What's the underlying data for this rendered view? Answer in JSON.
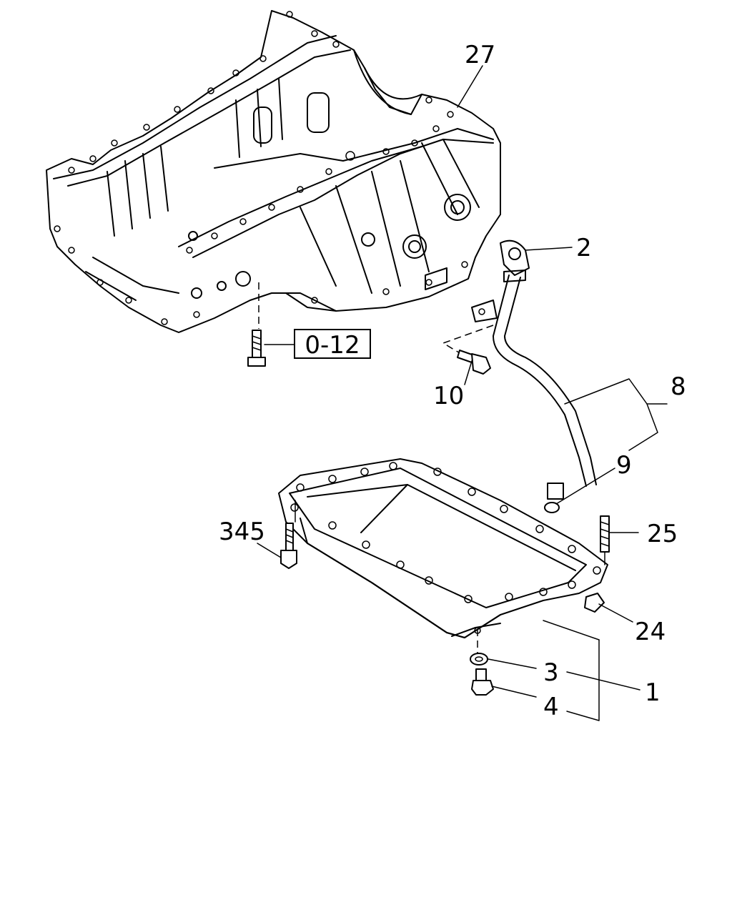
{
  "callouts": {
    "c27": "27",
    "c2": "2",
    "c8": "8",
    "c9": "9",
    "c10": "10",
    "c25": "25",
    "c24": "24",
    "c345": "345",
    "c3": "3",
    "c1": "1",
    "c4": "4"
  },
  "reference_box": "0-12"
}
